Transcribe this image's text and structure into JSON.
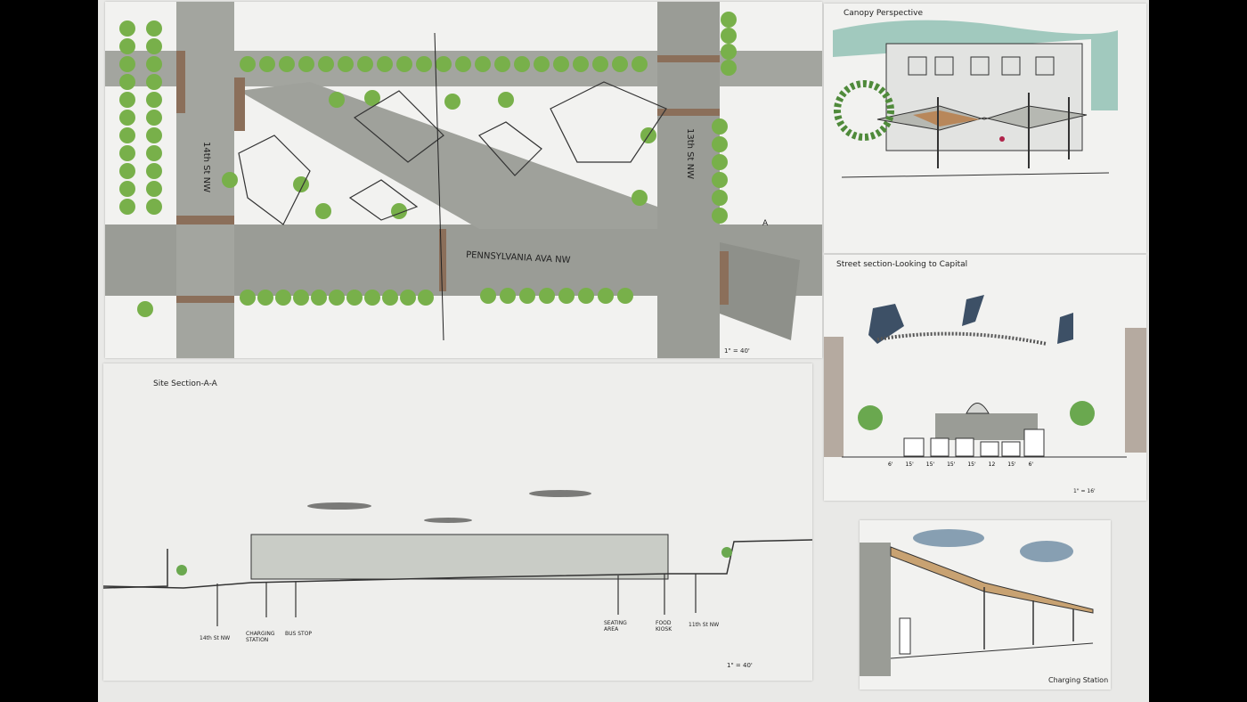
{
  "site_plan": {
    "street_main": "PENNSYLVANIA AVA NW",
    "street_left": "14th St NW",
    "street_right": "13th St NW",
    "section_marker": "A",
    "scale": "1\" = 40'"
  },
  "canopy_perspective": {
    "title": "Canopy Perspective"
  },
  "street_section": {
    "title": "Street section-Looking to Capital",
    "dimensions": [
      "6'",
      "15'",
      "15'",
      "15'",
      "15'",
      "12",
      "15'",
      "6'"
    ],
    "scale": "1\" = 16'"
  },
  "site_section": {
    "title": "Site Section-A-A",
    "labels": [
      "14th St NW",
      "CHARGING STATION",
      "BUS STOP",
      "SEATING AREA",
      "FOOD KIOSK",
      "11th St NW"
    ],
    "scale": "1\" = 40'"
  },
  "charging_station": {
    "title": "Charging Station"
  },
  "colors": {
    "tree": "#6aa84f",
    "road": "#9a9c96",
    "crosswalk": "#8b6f5a",
    "sky": "#7fb8a8",
    "cloud": "#3d5066"
  }
}
